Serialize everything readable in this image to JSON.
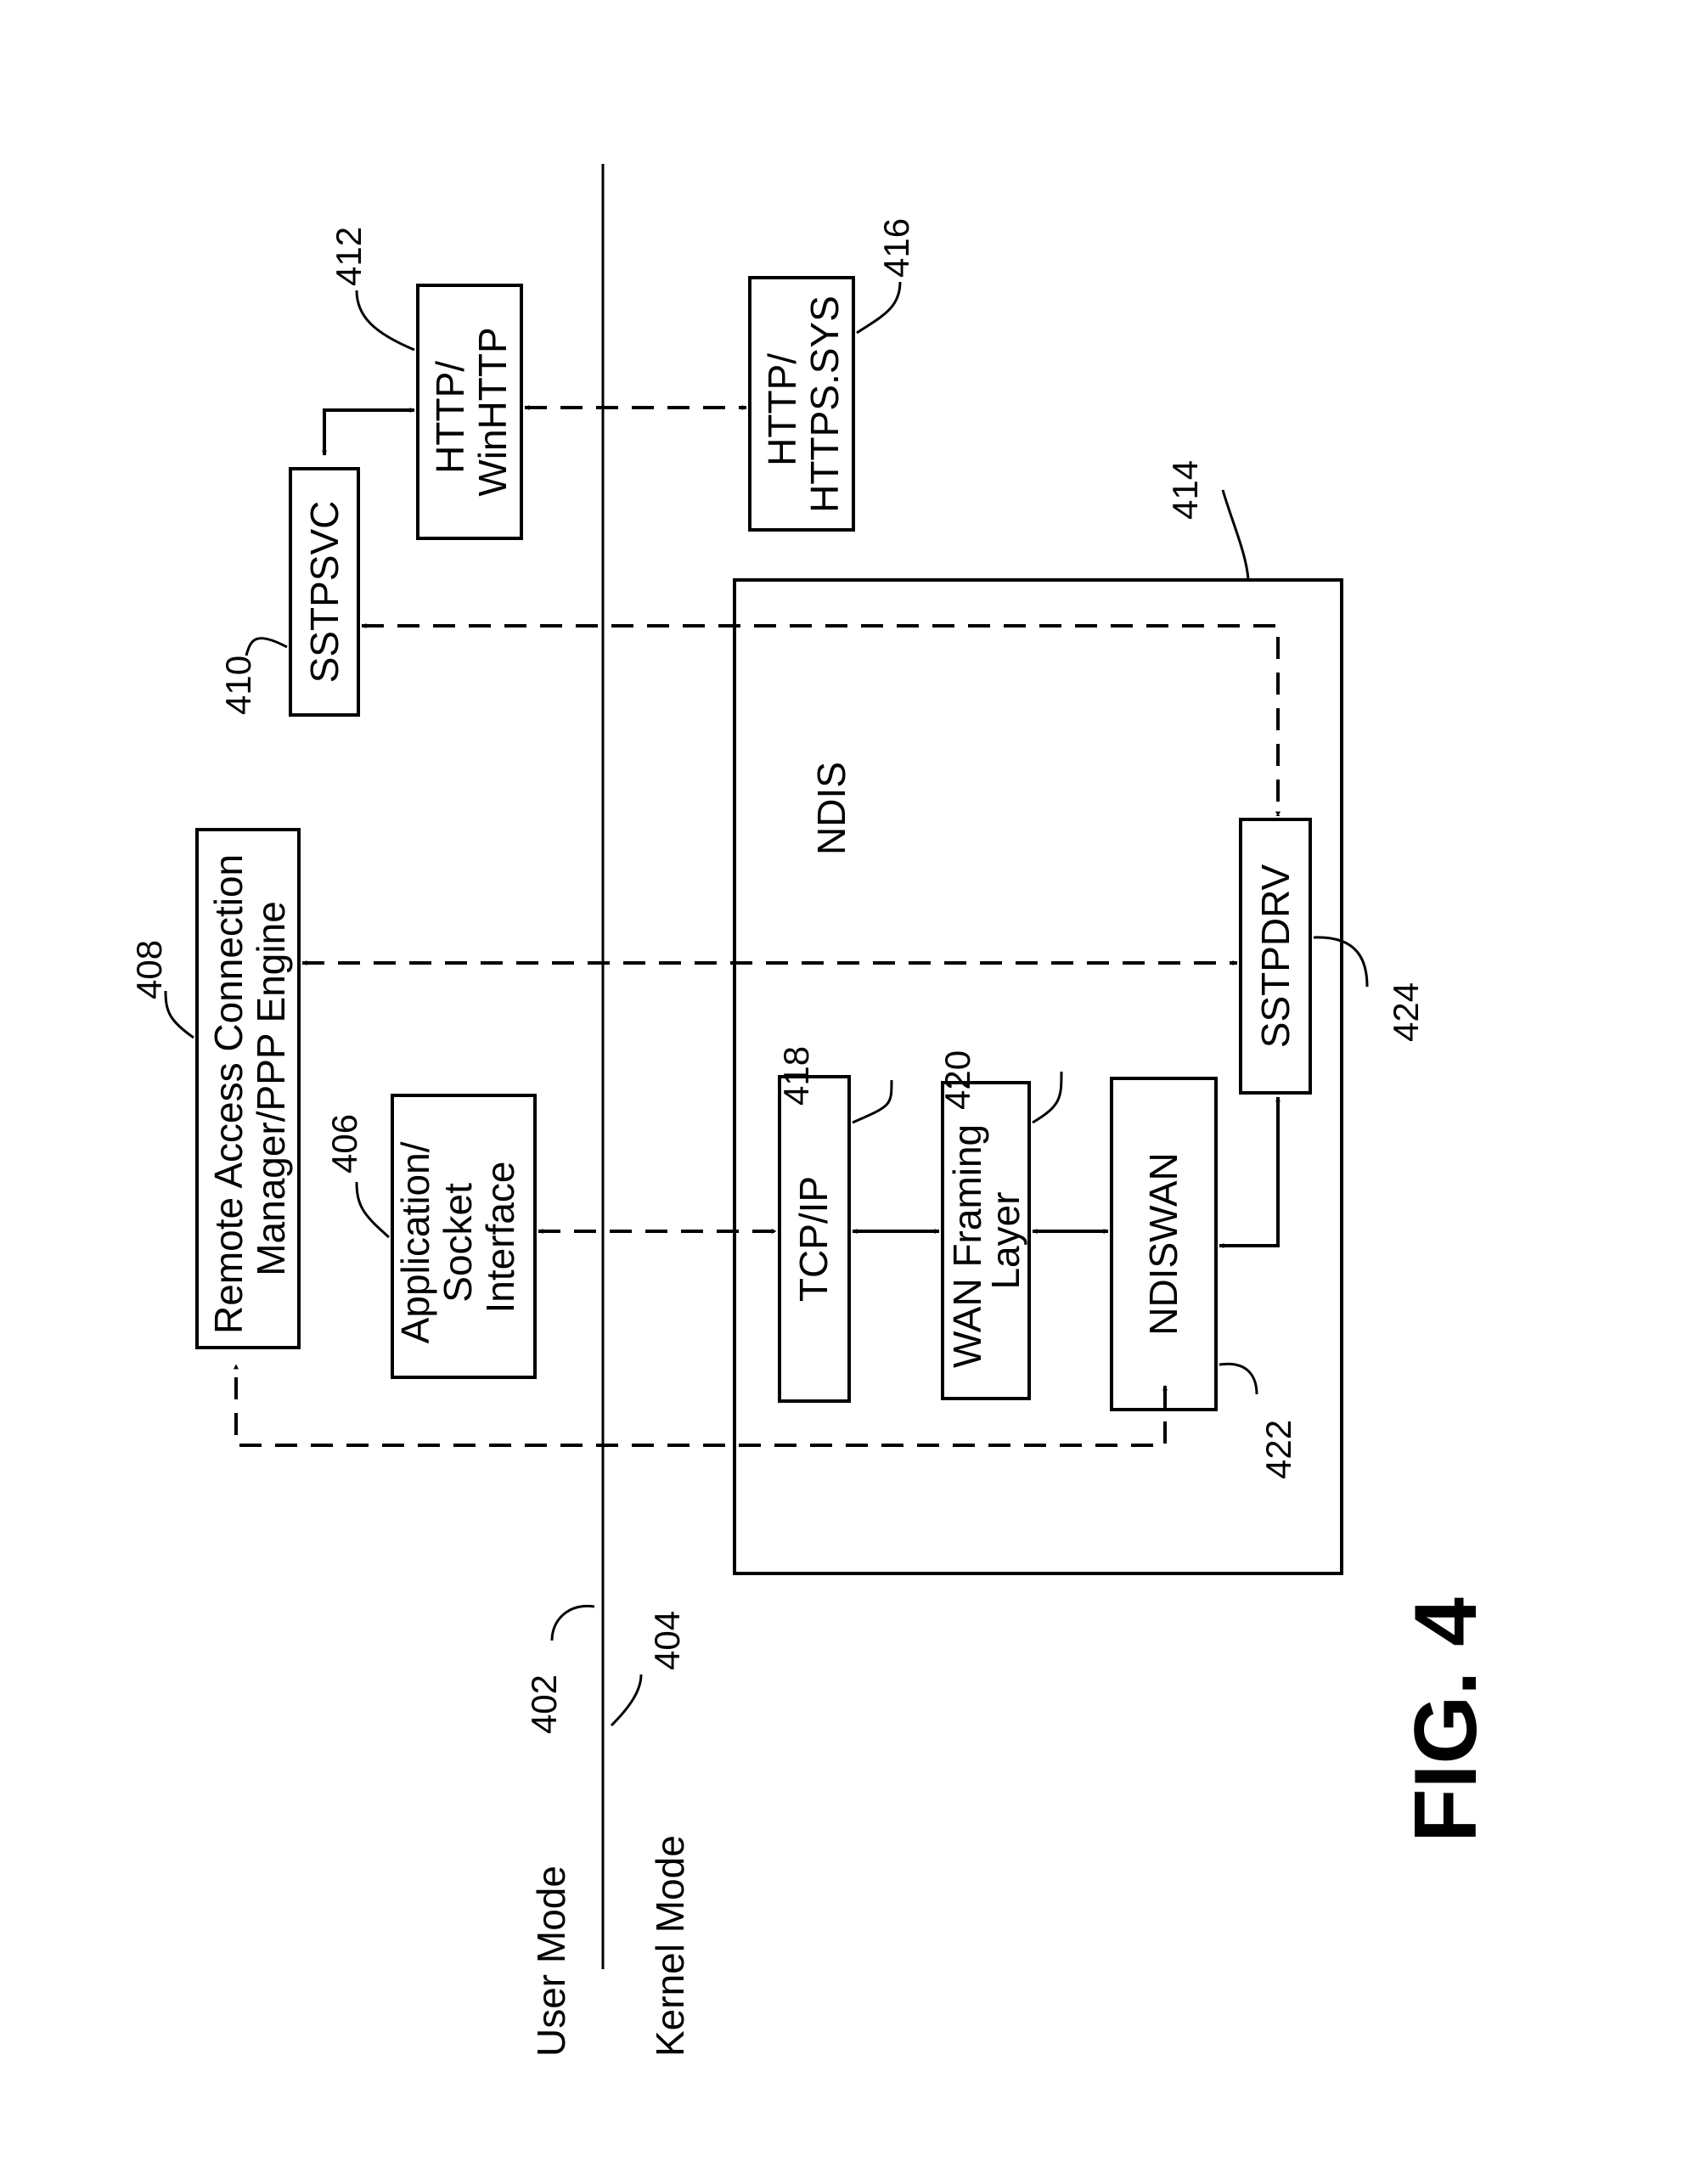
{
  "figure": {
    "title": "FIG. 4",
    "modes": {
      "user": {
        "label": "User Mode",
        "ref": "402"
      },
      "kernel": {
        "label": "Kernel Mode",
        "ref": "404"
      }
    },
    "components": {
      "remote_access": {
        "lines": [
          "Remote Access Connection",
          "Manager/PPP Engine"
        ],
        "ref": "408"
      },
      "application": {
        "lines": [
          "Application/",
          "Socket",
          "Interface"
        ],
        "ref": "406"
      },
      "sstpsvc": {
        "lines": [
          "SSTPSVC"
        ],
        "ref": "410"
      },
      "winhttp": {
        "lines": [
          "HTTP/",
          "WinHTTP"
        ],
        "ref": "412"
      },
      "https_sys": {
        "lines": [
          "HTTP/",
          "HTTPS.SYS"
        ],
        "ref": "416"
      },
      "ndis": {
        "label": "NDIS",
        "ref": "414"
      },
      "tcpip": {
        "lines": [
          "TCP/IP"
        ],
        "ref": "418"
      },
      "wan_framing": {
        "lines": [
          "WAN Framing",
          "Layer"
        ],
        "ref": "420"
      },
      "ndiswan": {
        "lines": [
          "NDISWAN"
        ],
        "ref": "422"
      },
      "sstpdrv": {
        "lines": [
          "SSTPDRV"
        ],
        "ref": "424"
      }
    }
  }
}
